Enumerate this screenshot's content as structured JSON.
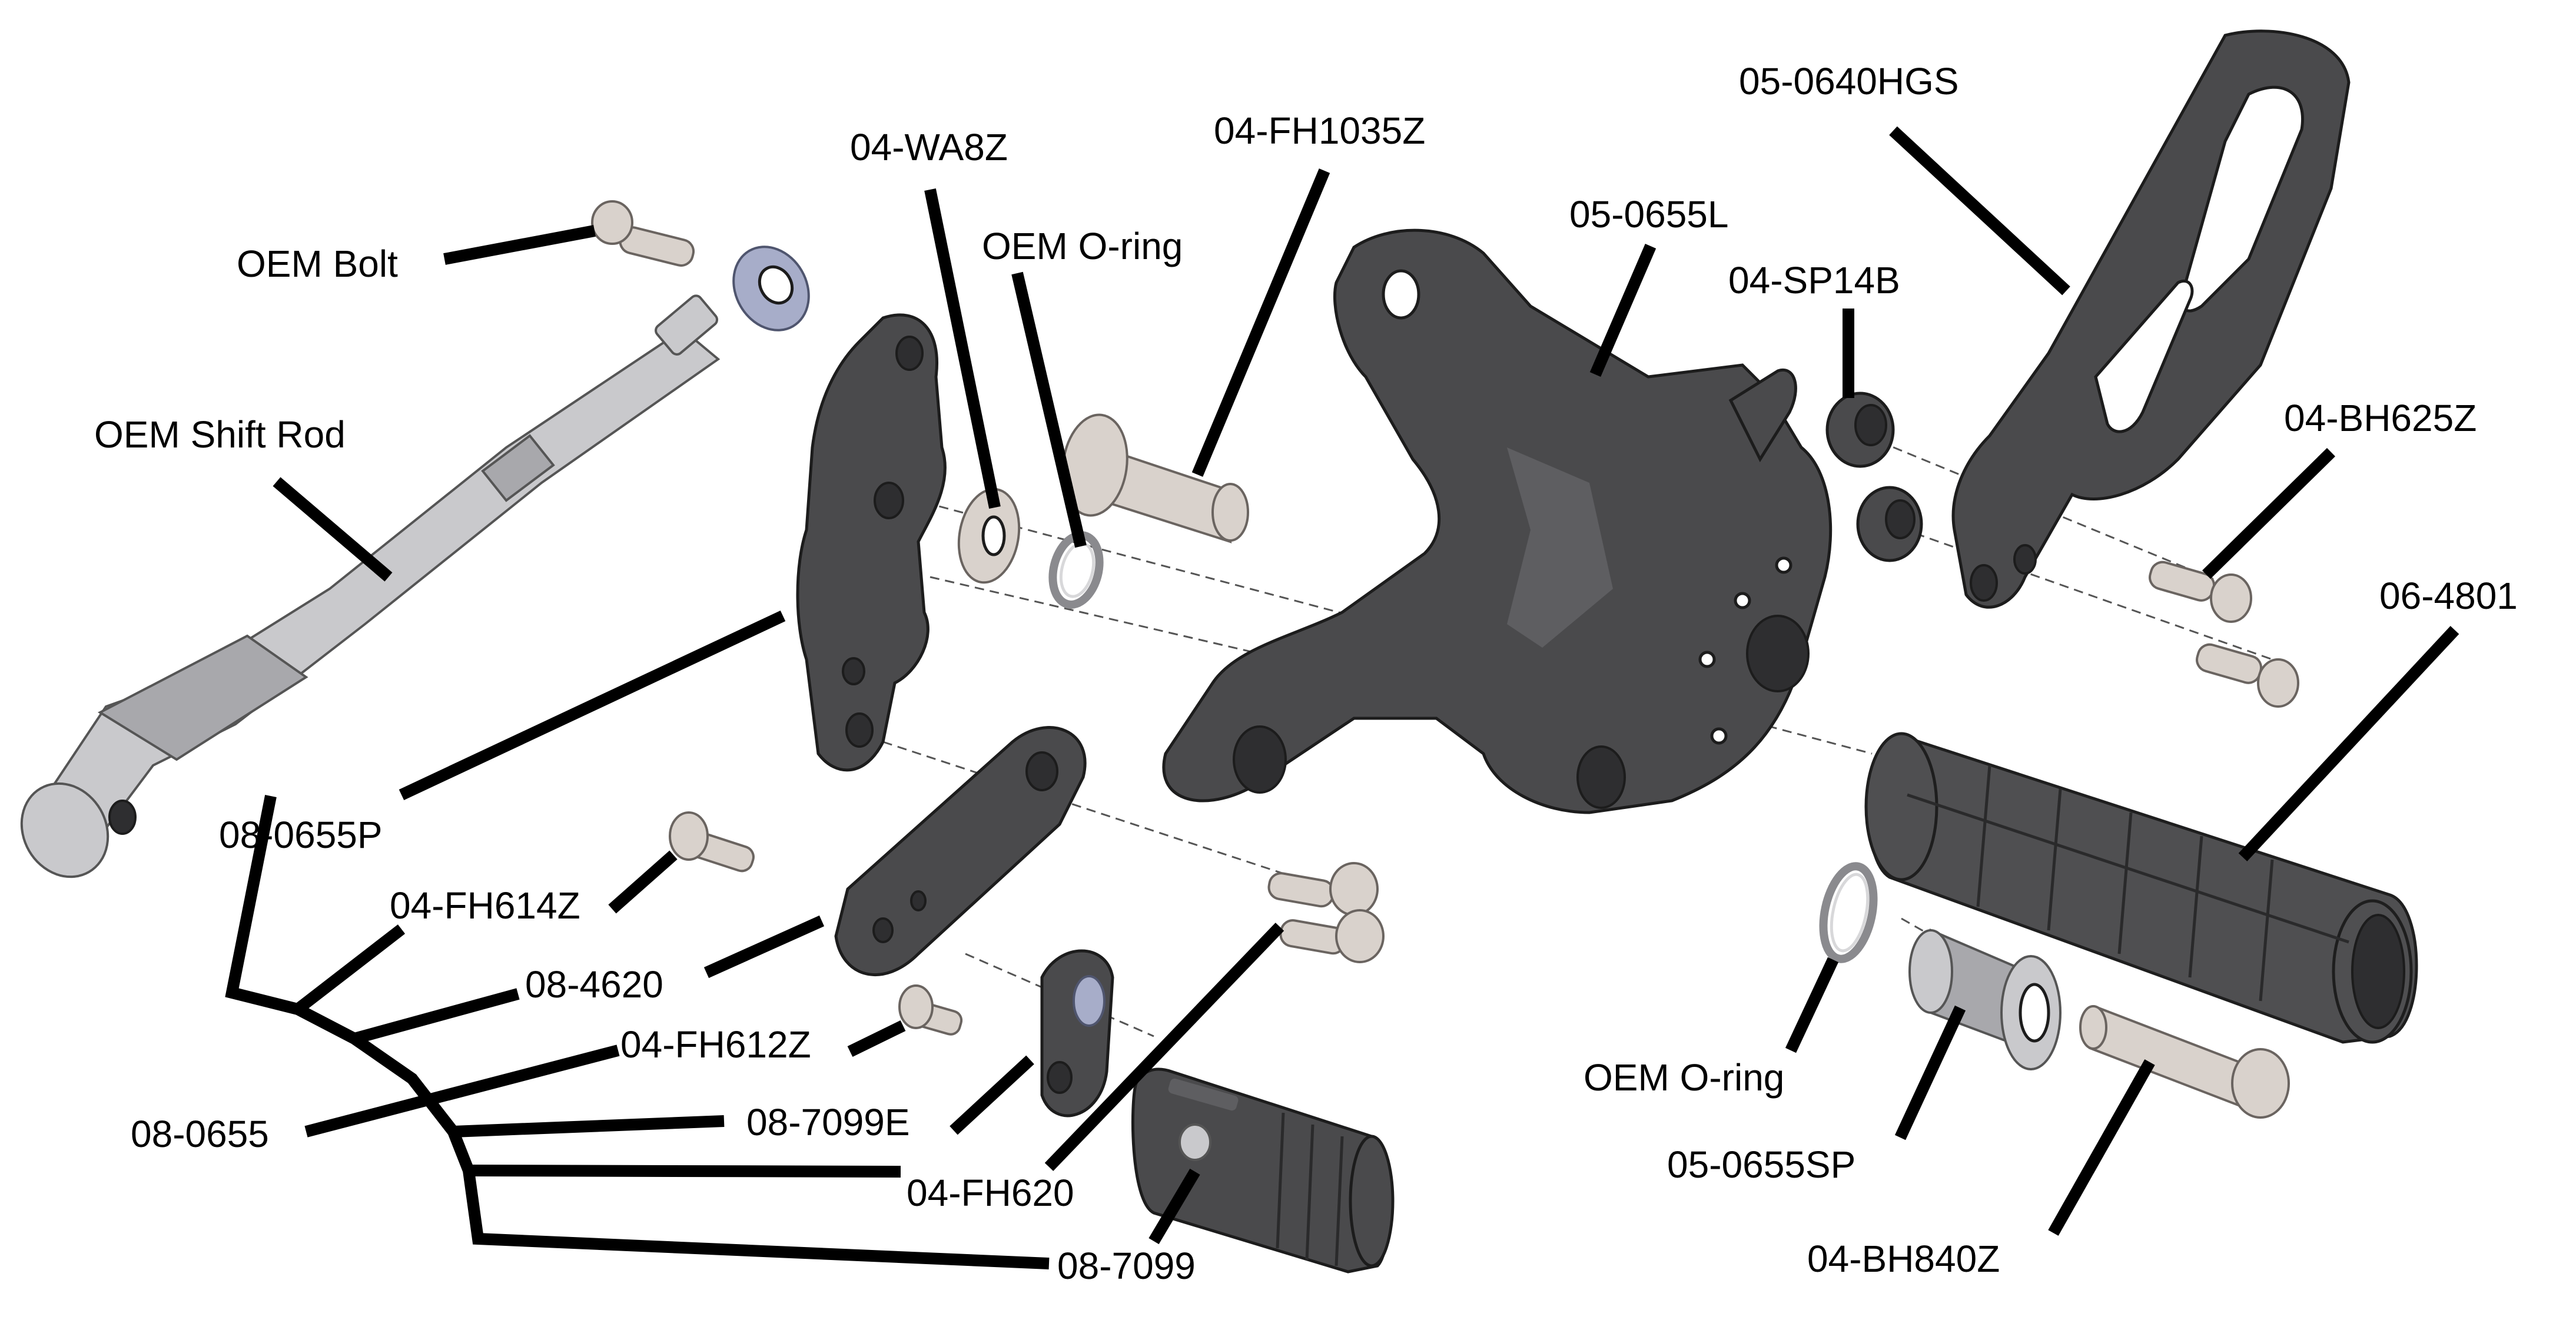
{
  "labels": {
    "oem_bolt": "OEM Bolt",
    "oem_shift_rod": "OEM Shift Rod",
    "wa8z": "04-WA8Z",
    "oem_o_ring_top": "OEM O-ring",
    "fh1035z": "04-FH1035Z",
    "bracket_0640hgs": "05-0640HGS",
    "bracket_0655l": "05-0655L",
    "sp14b": "04-SP14B",
    "bh625z": "04-BH625Z",
    "grip_4801": "06-4801",
    "plate_0655p": "08-0655P",
    "fh614z": "04-FH614Z",
    "arm_4620": "08-4620",
    "fh612z": "04-FH612Z",
    "assembly_0655": "08-0655",
    "cam_7099e": "08-7099E",
    "fh620": "04-FH620",
    "peg_7099": "08-7099",
    "oem_o_ring_bottom": "OEM O-ring",
    "spacer_0655sp": "05-0655SP",
    "bh840z": "04-BH840Z"
  }
}
